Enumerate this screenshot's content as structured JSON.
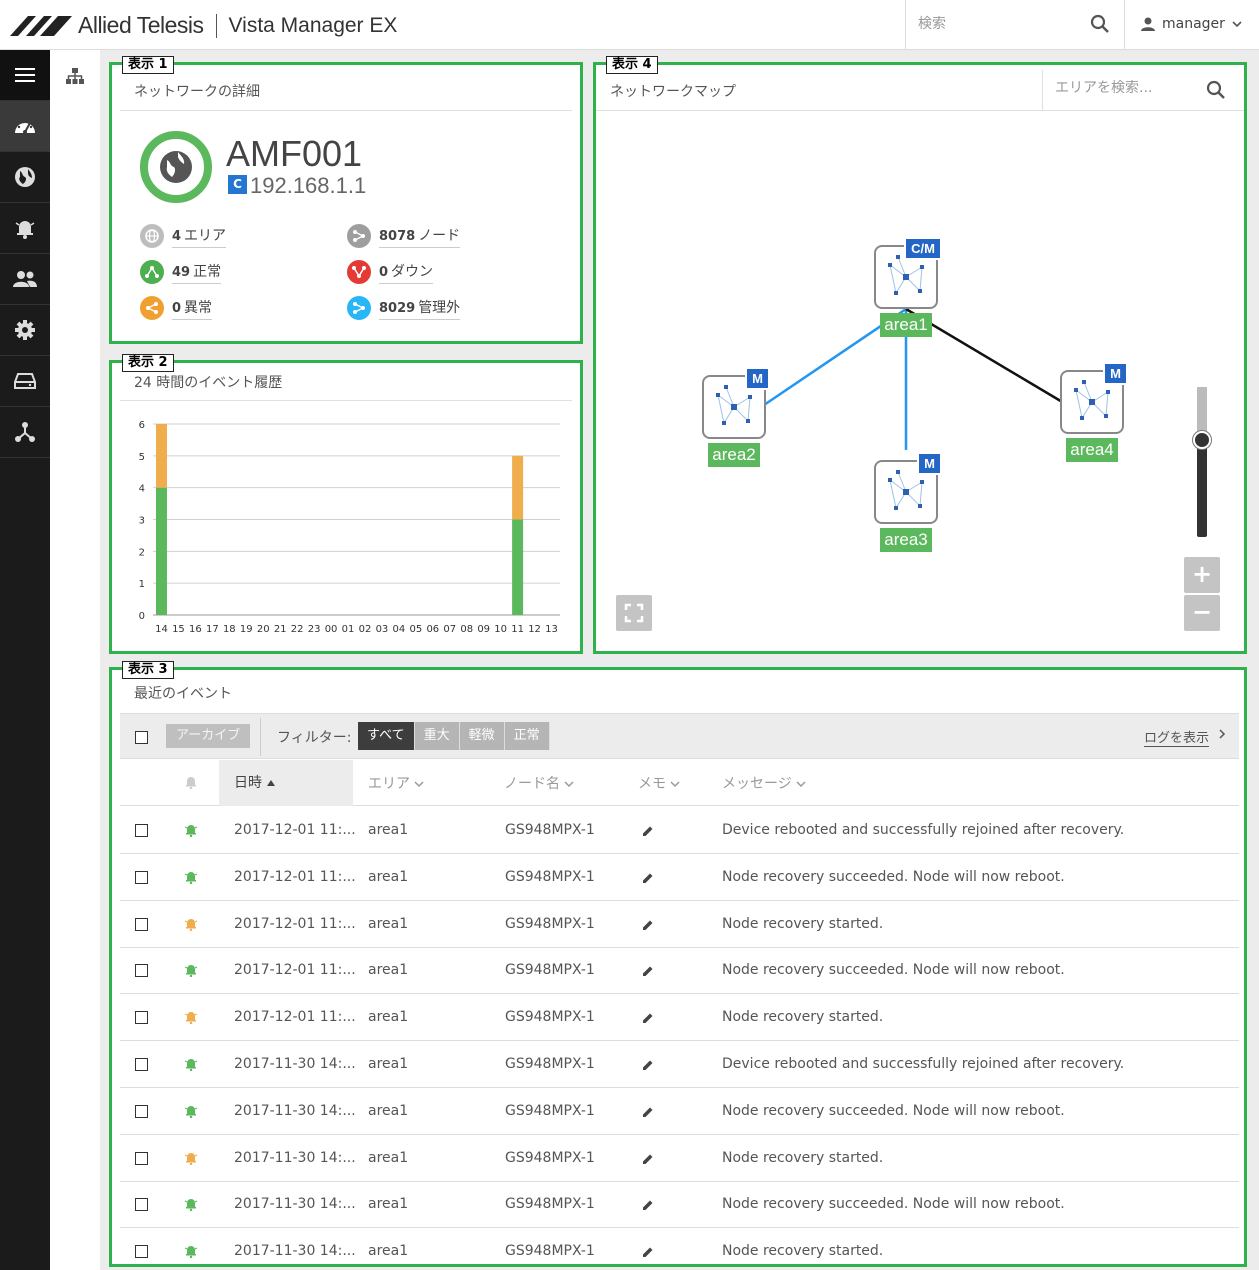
{
  "header": {
    "brand": "Allied Telesis",
    "product": "Vista Manager EX",
    "search_placeholder": "検索",
    "user": "manager"
  },
  "sidebar": {
    "icons": [
      "menu-icon",
      "dashboard-icon",
      "globe-icon",
      "alarm-icon",
      "users-icon",
      "gear-icon",
      "storage-icon",
      "topology-icon"
    ],
    "active": "dashboard-icon"
  },
  "panel1": {
    "label": "表示 1",
    "title": "ネットワークの詳細",
    "network_name": "AMF001",
    "role_tag": "C",
    "ip": "192.168.1.1",
    "stats": [
      {
        "value": "4",
        "label": "エリア",
        "color": "#bdbdbd",
        "icon": "globe-icon"
      },
      {
        "value": "8078",
        "label": "ノード",
        "color": "#9e9e9e",
        "icon": "share-icon"
      },
      {
        "value": "49",
        "label": "正常",
        "color": "#4caf50",
        "icon": "up-icon"
      },
      {
        "value": "0",
        "label": "ダウン",
        "color": "#e53935",
        "icon": "down-icon"
      },
      {
        "value": "0",
        "label": "異常",
        "color": "#f0a030",
        "icon": "warning-share-icon"
      },
      {
        "value": "8029",
        "label": "管理外",
        "color": "#29b6f6",
        "icon": "unmanaged-icon"
      }
    ]
  },
  "panel2": {
    "label": "表示 2",
    "title": "24 時間のイベント履歴"
  },
  "chart_data": {
    "type": "bar",
    "stacked": true,
    "categories": [
      "14",
      "15",
      "16",
      "17",
      "18",
      "19",
      "20",
      "21",
      "22",
      "23",
      "00",
      "01",
      "02",
      "03",
      "04",
      "05",
      "06",
      "07",
      "08",
      "09",
      "10",
      "11",
      "12",
      "13"
    ],
    "series": [
      {
        "values": [
          4,
          0,
          0,
          0,
          0,
          0,
          0,
          0,
          0,
          0,
          0,
          0,
          0,
          0,
          0,
          0,
          0,
          0,
          0,
          0,
          0,
          3,
          0,
          0
        ],
        "color": "#5cb85c"
      },
      {
        "values": [
          2,
          0,
          0,
          0,
          0,
          0,
          0,
          0,
          0,
          0,
          0,
          0,
          0,
          0,
          0,
          0,
          0,
          0,
          0,
          0,
          0,
          2,
          0,
          0
        ],
        "color": "#f0ad4e"
      }
    ],
    "yticks": [
      "0",
      "1",
      "2",
      "3",
      "4",
      "5",
      "6"
    ],
    "ylim": [
      0,
      6
    ],
    "grid": true
  },
  "panel4": {
    "label": "表示 4",
    "title": "ネットワークマップ",
    "search_placeholder": "エリアを検索...",
    "nodes": [
      {
        "name": "area1",
        "badge": "C/M"
      },
      {
        "name": "area2",
        "badge": "M"
      },
      {
        "name": "area3",
        "badge": "M"
      },
      {
        "name": "area4",
        "badge": "M"
      }
    ],
    "zoom_in": "+",
    "zoom_out": "−",
    "zoom_level_fraction": 0.64
  },
  "panel3": {
    "label": "表示 3",
    "title": "最近のイベント",
    "archive": "アーカイブ",
    "filter_label": "フィルター:",
    "filters": [
      "すべて",
      "重大",
      "軽微",
      "正常"
    ],
    "active_filter": "すべて",
    "view_log": "ログを表示",
    "columns": {
      "date": "日時",
      "area": "エリア",
      "node": "ノード名",
      "memo": "メモ",
      "message": "メッセージ"
    },
    "rows": [
      {
        "severity": "green",
        "date": "2017-12-01 11:...",
        "area": "area1",
        "node": "GS948MPX-1",
        "message": "Device rebooted and successfully rejoined after recovery."
      },
      {
        "severity": "green",
        "date": "2017-12-01 11:...",
        "area": "area1",
        "node": "GS948MPX-1",
        "message": "Node recovery succeeded. Node will now reboot."
      },
      {
        "severity": "orange",
        "date": "2017-12-01 11:...",
        "area": "area1",
        "node": "GS948MPX-1",
        "message": "Node recovery started."
      },
      {
        "severity": "green",
        "date": "2017-12-01 11:...",
        "area": "area1",
        "node": "GS948MPX-1",
        "message": "Node recovery succeeded. Node will now reboot."
      },
      {
        "severity": "orange",
        "date": "2017-12-01 11:...",
        "area": "area1",
        "node": "GS948MPX-1",
        "message": "Node recovery started."
      },
      {
        "severity": "green",
        "date": "2017-11-30 14:...",
        "area": "area1",
        "node": "GS948MPX-1",
        "message": "Device rebooted and successfully rejoined after recovery."
      },
      {
        "severity": "green",
        "date": "2017-11-30 14:...",
        "area": "area1",
        "node": "GS948MPX-1",
        "message": "Node recovery succeeded. Node will now reboot."
      },
      {
        "severity": "orange",
        "date": "2017-11-30 14:...",
        "area": "area1",
        "node": "GS948MPX-1",
        "message": "Node recovery started."
      },
      {
        "severity": "green",
        "date": "2017-11-30 14:...",
        "area": "area1",
        "node": "GS948MPX-1",
        "message": "Node recovery succeeded. Node will now reboot."
      },
      {
        "severity": "green",
        "date": "2017-11-30 14:...",
        "area": "area1",
        "node": "GS948MPX-1",
        "message": "Node recovery started."
      }
    ]
  },
  "colors": {
    "panel_border": "#2fb14b",
    "green": "#5cb85c",
    "orange": "#f0ad4e",
    "blue_badge": "#2466c5"
  }
}
